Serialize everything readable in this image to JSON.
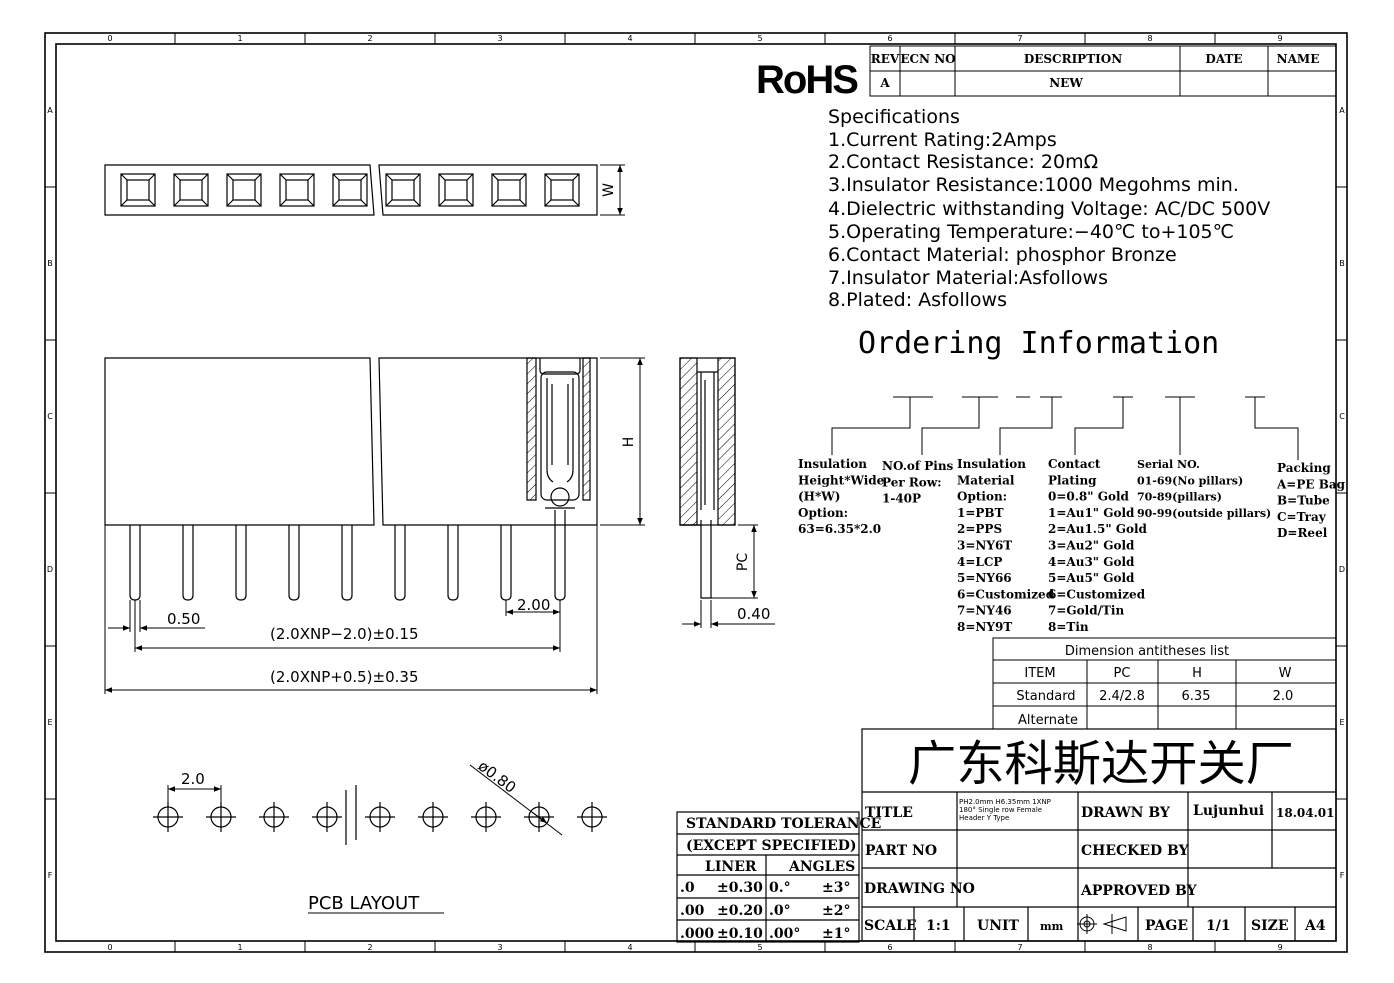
{
  "frame": {
    "col_labels": [
      "0",
      "1",
      "2",
      "3",
      "4",
      "5",
      "6",
      "7",
      "8",
      "9"
    ],
    "row_labels": [
      "A",
      "B",
      "C",
      "D",
      "E",
      "F"
    ]
  },
  "rohs": "RoHS",
  "revision_table": {
    "headers": [
      "REV",
      "ECN NO",
      "DESCRIPTION",
      "DATE",
      "NAME"
    ],
    "row": [
      "A",
      "",
      "NEW",
      "",
      ""
    ]
  },
  "specifications": {
    "title": "Specifications",
    "lines": [
      "1.Current  Rating:2Amps",
      "2.Contact  Resistance:  20mΩ",
      "3.Insulator  Resistance:1000  Megohms  min.",
      "4.Dielectric  withstanding  Voltage:  AC/DC  500V",
      "5.Operating  Temperature:−40℃  to+105℃",
      "6.Contact  Material:  phosphor  Bronze",
      "7.Insulator  Material:Asfollows",
      "8.Plated:  Asfollows"
    ]
  },
  "ordering": {
    "title": "Ordering  Information",
    "columns": [
      {
        "lines": [
          "Insulation",
          "Height*Wide",
          "(H*W)",
          "Option:",
          "63=6.35*2.0"
        ]
      },
      {
        "lines": [
          "NO.of Pins",
          "Per Row:",
          "1-40P"
        ]
      },
      {
        "lines": [
          "Insulation",
          "Material",
          "Option:",
          "1=PBT",
          "2=PPS",
          "3=NY6T",
          "4=LCP",
          "5=NY66",
          "6=Customized",
          "7=NY46",
          "8=NY9T"
        ]
      },
      {
        "lines": [
          "Contact",
          "Plating",
          "0=0.8\" Gold",
          "1=Au1\" Gold",
          "2=Au1.5\" Gold",
          "3=Au2\" Gold",
          "4=Au3\" Gold",
          "5=Au5\" Gold",
          "6=Customized",
          "7=Gold/Tin",
          "8=Tin"
        ]
      },
      {
        "lines": [
          "Serial NO.",
          "01-69(No pillars)",
          "70-89(pillars)",
          "90-99(outside pillars)"
        ]
      },
      {
        "lines": [
          "Packing",
          "A=PE Bag",
          "B=Tube",
          "C=Tray",
          "D=Reel"
        ]
      }
    ]
  },
  "dimension_table": {
    "title": "Dimension  antitheses  list",
    "headers": [
      "ITEM",
      "PC",
      "H",
      "W"
    ],
    "rows": [
      [
        "Standard",
        "2.4/2.8",
        "6.35",
        "2.0"
      ],
      [
        "Alternate",
        "",
        "",
        ""
      ]
    ]
  },
  "drawing_dims": {
    "w": "W",
    "h": "H",
    "pc": "PC",
    "d050": "0.50",
    "d200": "2.00",
    "d040": "0.40",
    "pitch_formula": "(2.0XNP−2.0)±0.15",
    "length_formula": "(2.0XNP+0.5)±0.35"
  },
  "pcb": {
    "pitch": "2.0",
    "hole": "ø0.80",
    "label": "PCB  LAYOUT"
  },
  "tolerance": {
    "title1": "STANDARD  TOLERANCE",
    "title2": "(EXCEPT  SPECIFIED)",
    "h_liner": "LINER",
    "h_angles": "ANGLES",
    "rows": [
      [
        ".0",
        "±0.30",
        "0.°",
        "±3°"
      ],
      [
        ".00",
        "±0.20",
        ".0°",
        "±2°"
      ],
      [
        ".000",
        "±0.10",
        ".00°",
        "±1°"
      ]
    ]
  },
  "title_block": {
    "company": "广东科斯达开关厂",
    "title_label": "TITLE",
    "title_value": "PH2.0mm H6.35mm 1XNP 180° Single row Female Header Y Type",
    "drawn_by_label": "DRAWN BY",
    "drawn_by": "Lujunhui",
    "date": "18.04.01",
    "part_no_label": "PART NO",
    "checked_by_label": "CHECKED BY",
    "drawing_no_label": "DRAWING NO",
    "approved_by_label": "APPROVED BY",
    "scale_label": "SCALE",
    "scale": "1:1",
    "unit_label": "UNIT",
    "unit": "mm",
    "page_label": "PAGE",
    "page": "1/1",
    "size_label": "SIZE",
    "size": "A4"
  }
}
